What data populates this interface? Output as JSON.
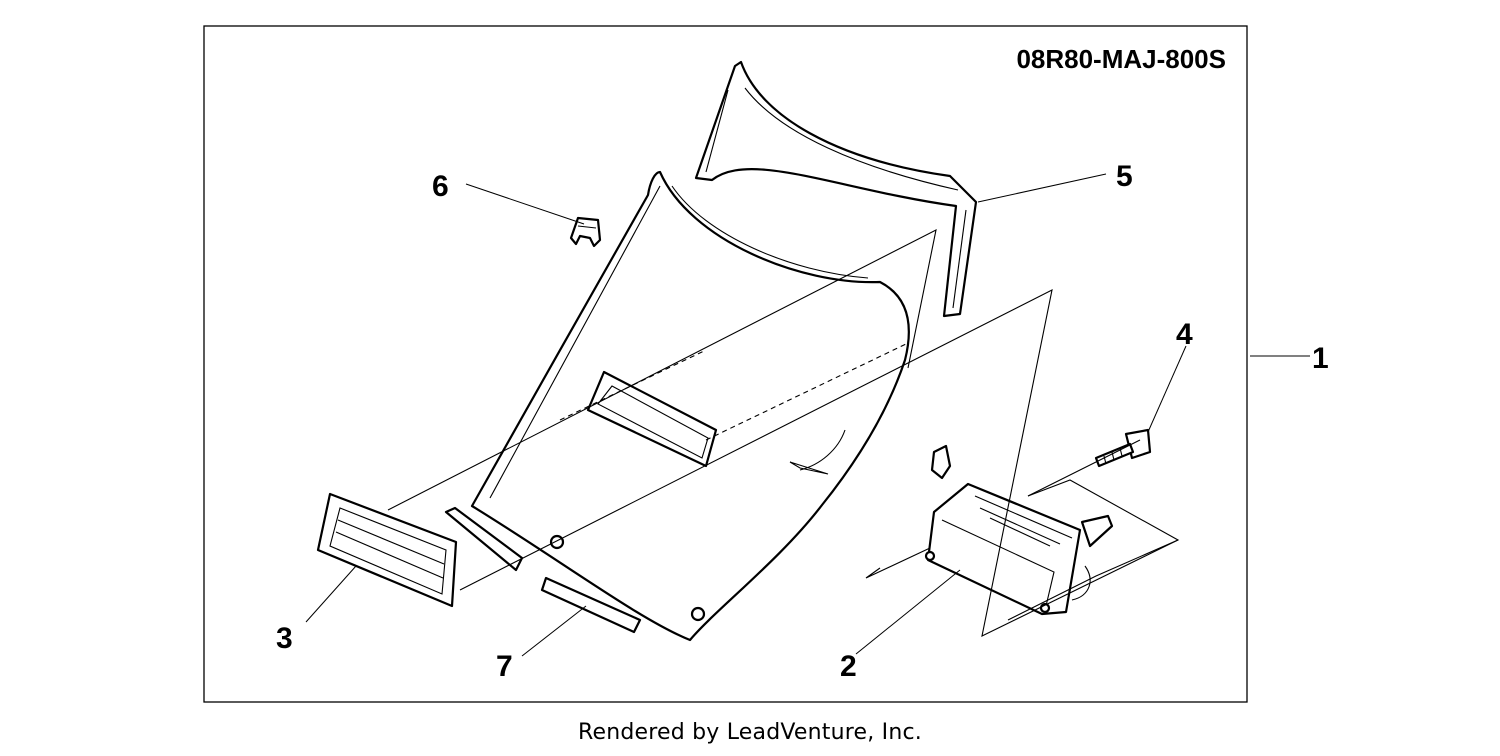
{
  "diagram": {
    "part_number": "08R80-MAJ-800S",
    "callouts": {
      "c1": "1",
      "c2": "2",
      "c3": "3",
      "c4": "4",
      "c5": "5",
      "c6": "6",
      "c7": "7"
    }
  },
  "footer": {
    "credit": "Rendered by LeadVenture, Inc."
  }
}
